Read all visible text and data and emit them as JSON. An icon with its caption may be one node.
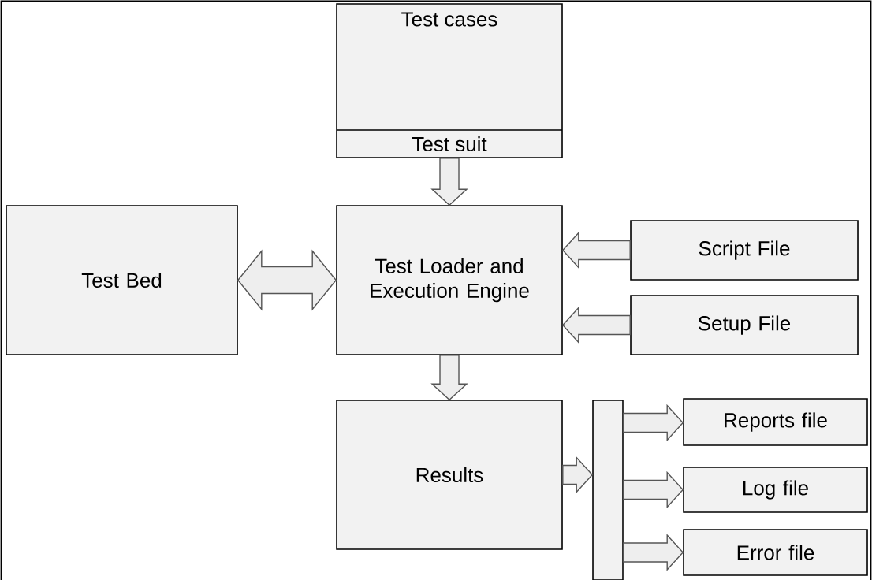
{
  "diagram": {
    "nodes": [
      {
        "text": [
          "Test cases",
          "Test suit"
        ]
      },
      {
        "text": [
          "Test Bed"
        ]
      },
      {
        "text": [
          "Test Loader and Execution Engine"
        ]
      },
      {
        "text": [
          "Script File"
        ]
      },
      {
        "text": [
          "Setup File"
        ]
      },
      {
        "text": [
          "Results"
        ]
      },
      {
        "text": [],
        "shape": "bar"
      },
      {
        "text": [
          "Reports file"
        ]
      },
      {
        "text": [
          "Log file"
        ]
      },
      {
        "text": [
          "Error file"
        ]
      }
    ],
    "edges": [
      {
        "from": 0,
        "to": 2,
        "arrow": "to"
      },
      {
        "from": 1,
        "to": 2,
        "arrow": "both"
      },
      {
        "from": 3,
        "to": 2,
        "arrow": "to"
      },
      {
        "from": 4,
        "to": 2,
        "arrow": "to"
      },
      {
        "from": 2,
        "to": 5,
        "arrow": "to"
      },
      {
        "from": 5,
        "to": 6,
        "arrow": "to"
      },
      {
        "from": 6,
        "to": 7,
        "arrow": "to"
      },
      {
        "from": 6,
        "to": 8,
        "arrow": "to"
      },
      {
        "from": 6,
        "to": 9,
        "arrow": "to"
      }
    ]
  }
}
